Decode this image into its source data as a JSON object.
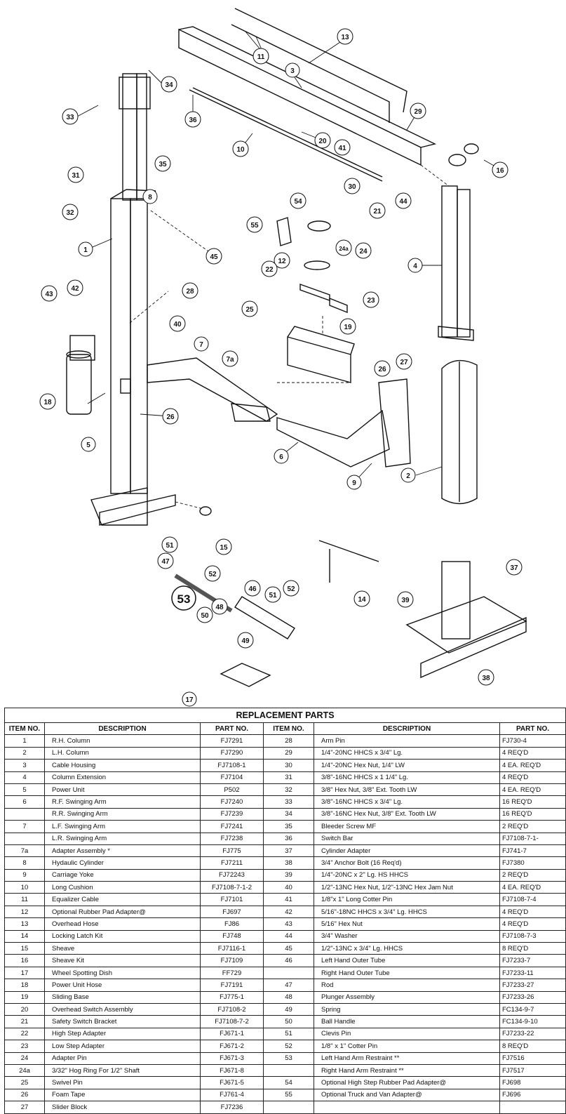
{
  "callouts": {
    "c1": "1",
    "c2": "2",
    "c3": "3",
    "c4": "4",
    "c5": "5",
    "c6": "6",
    "c7": "7",
    "c7a": "7a",
    "c8": "8",
    "c9": "9",
    "c10": "10",
    "c11": "11",
    "c12": "12",
    "c13": "13",
    "c14": "14",
    "c15": "15",
    "c16": "16",
    "c17": "17",
    "c18": "18",
    "c19": "19",
    "c20": "20",
    "c21": "21",
    "c22": "22",
    "c23": "23",
    "c24": "24",
    "c24a": "24a",
    "c25": "25",
    "c26a": "26",
    "c26b": "26",
    "c27": "27",
    "c28": "28",
    "c29": "29",
    "c30": "30",
    "c31": "31",
    "c32": "32",
    "c33": "33",
    "c34": "34",
    "c35": "35",
    "c36": "36",
    "c37": "37",
    "c38": "38",
    "c39": "39",
    "c40": "40",
    "c41": "41",
    "c42": "42",
    "c43": "43",
    "c44": "44",
    "c45": "45",
    "c46": "46",
    "c47": "47",
    "c48": "48",
    "c49": "49",
    "c50": "50",
    "c51a": "51",
    "c51b": "51",
    "c52a": "52",
    "c52b": "52",
    "c53": "53",
    "c54": "54",
    "c55": "55"
  },
  "table": {
    "title": "REPLACEMENT PARTS",
    "headers": {
      "item": "ITEM NO.",
      "description": "DESCRIPTION",
      "part": "PART NO.",
      "item2": "ITEM NO.",
      "description2": "DESCRIPTION",
      "part2": "PART NO."
    },
    "left": [
      [
        "1",
        "R.H. Column",
        "FJ7291"
      ],
      [
        "2",
        "L.H. Column",
        "FJ7290"
      ],
      [
        "3",
        "Cable Housing",
        "FJ7108-1"
      ],
      [
        "4",
        "Column Extension",
        "FJ7104"
      ],
      [
        "5",
        "Power Unit",
        "P502"
      ],
      [
        "6",
        "R.F. Swinging Arm",
        "FJ7240"
      ],
      [
        "",
        "R.R. Swinging Arm",
        "FJ7239"
      ],
      [
        "7",
        "L.F. Swinging Arm",
        "FJ7241"
      ],
      [
        "",
        "L.R. Swinging Arm",
        "FJ7238"
      ],
      [
        "7a",
        "Adapter Assembly *",
        "FJ775"
      ],
      [
        "8",
        "Hydaulic Cylinder",
        "FJ7211"
      ],
      [
        "9",
        "Carriage Yoke",
        "FJ72243"
      ],
      [
        "10",
        "Long Cushion",
        "FJ7108-7-1-2"
      ],
      [
        "11",
        "Equalizer Cable",
        "FJ7101"
      ],
      [
        "12",
        "Optional Rubber Pad Adapter@",
        "FJ697"
      ],
      [
        "13",
        "Overhead Hose",
        "FJ86"
      ],
      [
        "14",
        "Locking Latch Kit",
        "FJ748"
      ],
      [
        "15",
        "Sheave",
        "FJ7116-1"
      ],
      [
        "16",
        "Sheave Kit",
        "FJ7109"
      ],
      [
        "17",
        "Wheel Spotting Dish",
        "FF729"
      ],
      [
        "18",
        "Power Unit Hose",
        "FJ7191"
      ],
      [
        "19",
        "Sliding Base",
        "FJ775-1"
      ],
      [
        "20",
        "Overhead Switch Assembly",
        "FJ7108-2"
      ],
      [
        "21",
        "Safety Switch Bracket",
        "FJ7108-7-2"
      ],
      [
        "22",
        "High Step Adapter",
        "FJ671-1"
      ],
      [
        "23",
        "Low Step Adapter",
        "FJ671-2"
      ],
      [
        "24",
        "Adapter Pin",
        "FJ671-3"
      ],
      [
        "24a",
        "3/32\" Hog Ring For 1/2\" Shaft",
        "FJ671-8"
      ],
      [
        "25",
        "Swivel Pin",
        "FJ671-5"
      ],
      [
        "26",
        "Foam Tape",
        "FJ761-4"
      ],
      [
        "27",
        "Slider Block",
        "FJ7236"
      ]
    ],
    "right": [
      [
        "28",
        "Arm Pin",
        "FJ730-4"
      ],
      [
        "29",
        "1/4\"-20NC HHCS x 3/4\" Lg.",
        "4 REQ'D"
      ],
      [
        "30",
        "1/4\"-20NC Hex Nut, 1/4\" LW",
        "4 EA. REQ'D"
      ],
      [
        "31",
        "3/8\"-16NC HHCS x 1 1/4\" Lg.",
        "4 REQ'D"
      ],
      [
        "32",
        "3/8\" Hex Nut, 3/8\" Ext. Tooth LW",
        "4 EA. REQ'D"
      ],
      [
        "33",
        "3/8\"-16NC HHCS x 3/4\" Lg.",
        "16 REQ'D"
      ],
      [
        "34",
        "3/8\"-16NC Hex Nut, 3/8\" Ext. Tooth LW",
        "16 REQ'D"
      ],
      [
        "35",
        "Bleeder Screw MF",
        "2 REQ'D"
      ],
      [
        "36",
        "Switch Bar",
        "FJ7108-7-1-"
      ],
      [
        "37",
        "Cylinder Adapter",
        "FJ741-7"
      ],
      [
        "38",
        "3/4\" Anchor Bolt (16 Req'd)",
        "FJ7380"
      ],
      [
        "39",
        "1/4\"-20NC x 2\" Lg. HS HHCS",
        "2 REQ'D"
      ],
      [
        "40",
        "1/2\"-13NC Hex Nut, 1/2\"-13NC Hex Jam Nut",
        "4 EA. REQ'D"
      ],
      [
        "41",
        "1/8\"x 1\" Long Cotter Pin",
        "FJ7108-7-4"
      ],
      [
        "42",
        "5/16\"-18NC HHCS x 3/4\" Lg. HHCS",
        "4 REQ'D"
      ],
      [
        "43",
        "5/16\" Hex Nut",
        "4 REQ'D"
      ],
      [
        "44",
        "3/4\" Washer",
        "FJ7108-7-3"
      ],
      [
        "45",
        "1/2\"-13NC x 3/4\" Lg. HHCS",
        "8 REQ'D"
      ],
      [
        "46",
        "Left Hand Outer Tube",
        "FJ7233-7"
      ],
      [
        "",
        "Right Hand Outer Tube",
        "FJ7233-11"
      ],
      [
        "47",
        "Rod",
        "FJ7233-27"
      ],
      [
        "48",
        "Plunger Assembly",
        "FJ7233-26"
      ],
      [
        "49",
        "Spring",
        "FC134-9-7"
      ],
      [
        "50",
        "Ball Handle",
        "FC134-9-10"
      ],
      [
        "51",
        "Clevis Pin",
        "FJ7233-22"
      ],
      [
        "52",
        "1/8\" x 1\" Cotter Pin",
        "8 REQ'D"
      ],
      [
        "53",
        "Left Hand Arm Restraint **",
        "FJ7516"
      ],
      [
        "",
        "Right Hand Arm Restraint **",
        "FJ7517"
      ],
      [
        "54",
        "Optional High Step Rubber Pad Adapter@",
        "FJ698"
      ],
      [
        "55",
        "Optional Truck and Van Adapter@",
        "FJ696"
      ],
      [
        "",
        "",
        ""
      ]
    ]
  }
}
